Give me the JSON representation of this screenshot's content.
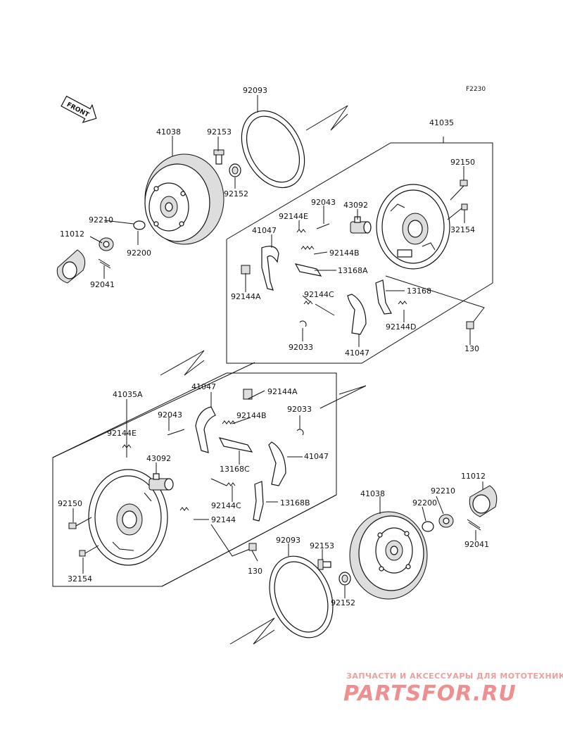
{
  "diagram": {
    "code": "F2230",
    "front_label": "FRONT",
    "labels": [
      {
        "id": "p92093a",
        "text": "92093"
      },
      {
        "id": "p41038a",
        "text": "41038"
      },
      {
        "id": "p92153a",
        "text": "92153"
      },
      {
        "id": "p92152a",
        "text": "92152"
      },
      {
        "id": "p92210a",
        "text": "92210"
      },
      {
        "id": "p11012a",
        "text": "11012"
      },
      {
        "id": "p92200a",
        "text": "92200"
      },
      {
        "id": "p92041a",
        "text": "92041"
      },
      {
        "id": "p41035",
        "text": "41035"
      },
      {
        "id": "p92150a",
        "text": "92150"
      },
      {
        "id": "p32154a",
        "text": "32154"
      },
      {
        "id": "p92043a",
        "text": "92043"
      },
      {
        "id": "p43092a",
        "text": "43092"
      },
      {
        "id": "p92144Ea",
        "text": "92144E"
      },
      {
        "id": "p41047a",
        "text": "41047"
      },
      {
        "id": "p92144Ba",
        "text": "92144B"
      },
      {
        "id": "p13168A",
        "text": "13168A"
      },
      {
        "id": "p92144Aa",
        "text": "92144A"
      },
      {
        "id": "p92144Ca",
        "text": "92144C"
      },
      {
        "id": "p13168",
        "text": "13168"
      },
      {
        "id": "p92144D",
        "text": "92144D"
      },
      {
        "id": "p92033a",
        "text": "92033"
      },
      {
        "id": "p41047b",
        "text": "41047"
      },
      {
        "id": "p130a",
        "text": "130"
      },
      {
        "id": "p41035A",
        "text": "41035A"
      },
      {
        "id": "p41047c",
        "text": "41047"
      },
      {
        "id": "p92144Ab",
        "text": "92144A"
      },
      {
        "id": "p92043b",
        "text": "92043"
      },
      {
        "id": "p92144Bb",
        "text": "92144B"
      },
      {
        "id": "p92033b",
        "text": "92033"
      },
      {
        "id": "p92144Eb",
        "text": "92144E"
      },
      {
        "id": "p43092b",
        "text": "43092"
      },
      {
        "id": "p13168C",
        "text": "13168C"
      },
      {
        "id": "p41047d",
        "text": "41047"
      },
      {
        "id": "p92150b",
        "text": "92150"
      },
      {
        "id": "p92144Cb",
        "text": "92144C"
      },
      {
        "id": "p13168B",
        "text": "13168B"
      },
      {
        "id": "p92144",
        "text": "92144"
      },
      {
        "id": "p11012b",
        "text": "11012"
      },
      {
        "id": "p41038b",
        "text": "41038"
      },
      {
        "id": "p92210b",
        "text": "92210"
      },
      {
        "id": "p92200b",
        "text": "92200"
      },
      {
        "id": "p92041b",
        "text": "92041"
      },
      {
        "id": "p92093b",
        "text": "92093"
      },
      {
        "id": "p92153b",
        "text": "92153"
      },
      {
        "id": "p130b",
        "text": "130"
      },
      {
        "id": "p32154b",
        "text": "32154"
      },
      {
        "id": "p92152b",
        "text": "92152"
      }
    ]
  },
  "watermark": {
    "tagline": "ЗАПЧАСТИ И АКСЕССУАРЫ ДЛЯ МОТОТЕХНИКИ",
    "logo": "PARTSFOR.RU",
    "color": "#ef8f8f"
  }
}
